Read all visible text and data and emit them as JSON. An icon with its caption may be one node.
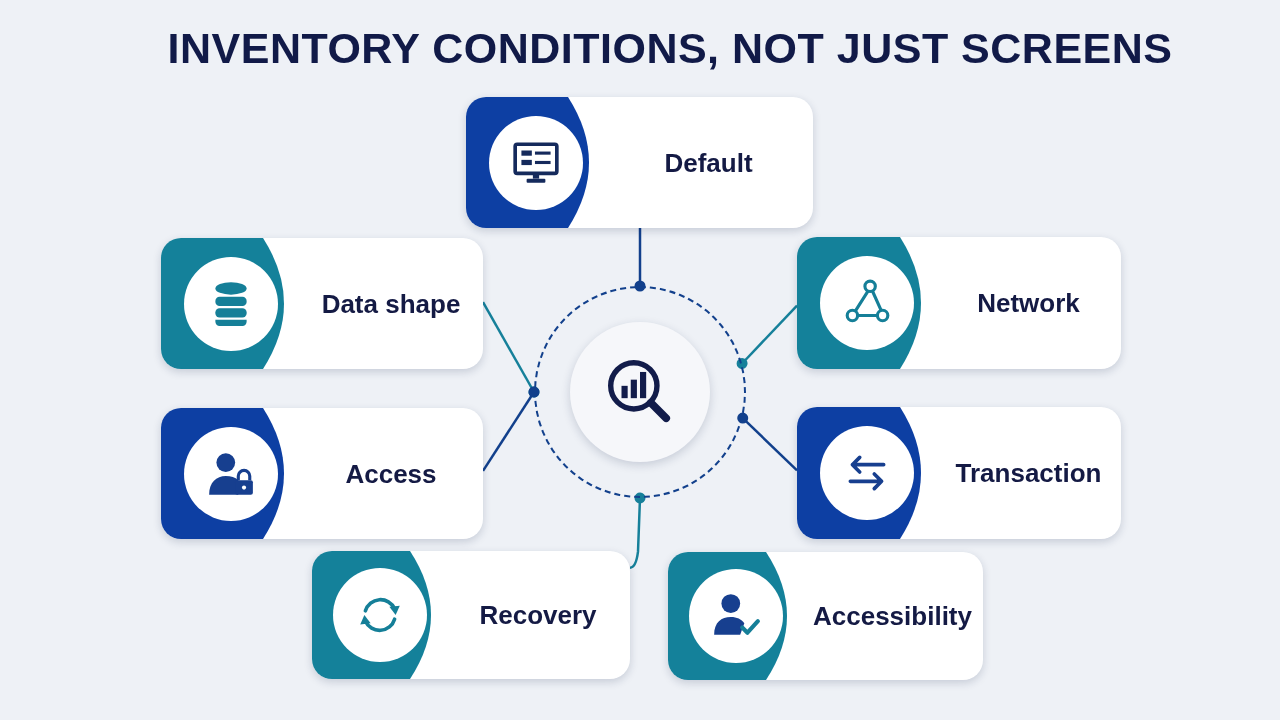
{
  "diagram": {
    "title": "INVENTORY CONDITIONS, NOT JUST SCREENS",
    "nodes": [
      {
        "text": [],
        "shape": "circle"
      },
      {
        "text": [
          "Default"
        ]
      },
      {
        "text": [
          "Data shape"
        ]
      },
      {
        "text": [
          "Network"
        ]
      },
      {
        "text": [
          "Access"
        ]
      },
      {
        "text": [
          "Transaction"
        ]
      },
      {
        "text": [
          "Recovery"
        ]
      },
      {
        "text": [
          "Accessibility"
        ]
      }
    ],
    "edges": [
      {
        "from": 0,
        "to": 1,
        "arrow": "other"
      },
      {
        "from": 0,
        "to": 2,
        "arrow": "other",
        "color": "#16809a"
      },
      {
        "from": 0,
        "to": 3,
        "arrow": "other",
        "color": "#16809a"
      },
      {
        "from": 0,
        "to": 4,
        "arrow": "other"
      },
      {
        "from": 0,
        "to": 5,
        "arrow": "other"
      },
      {
        "from": 0,
        "to": 6,
        "arrow": "other",
        "color": "#16809a"
      }
    ]
  }
}
